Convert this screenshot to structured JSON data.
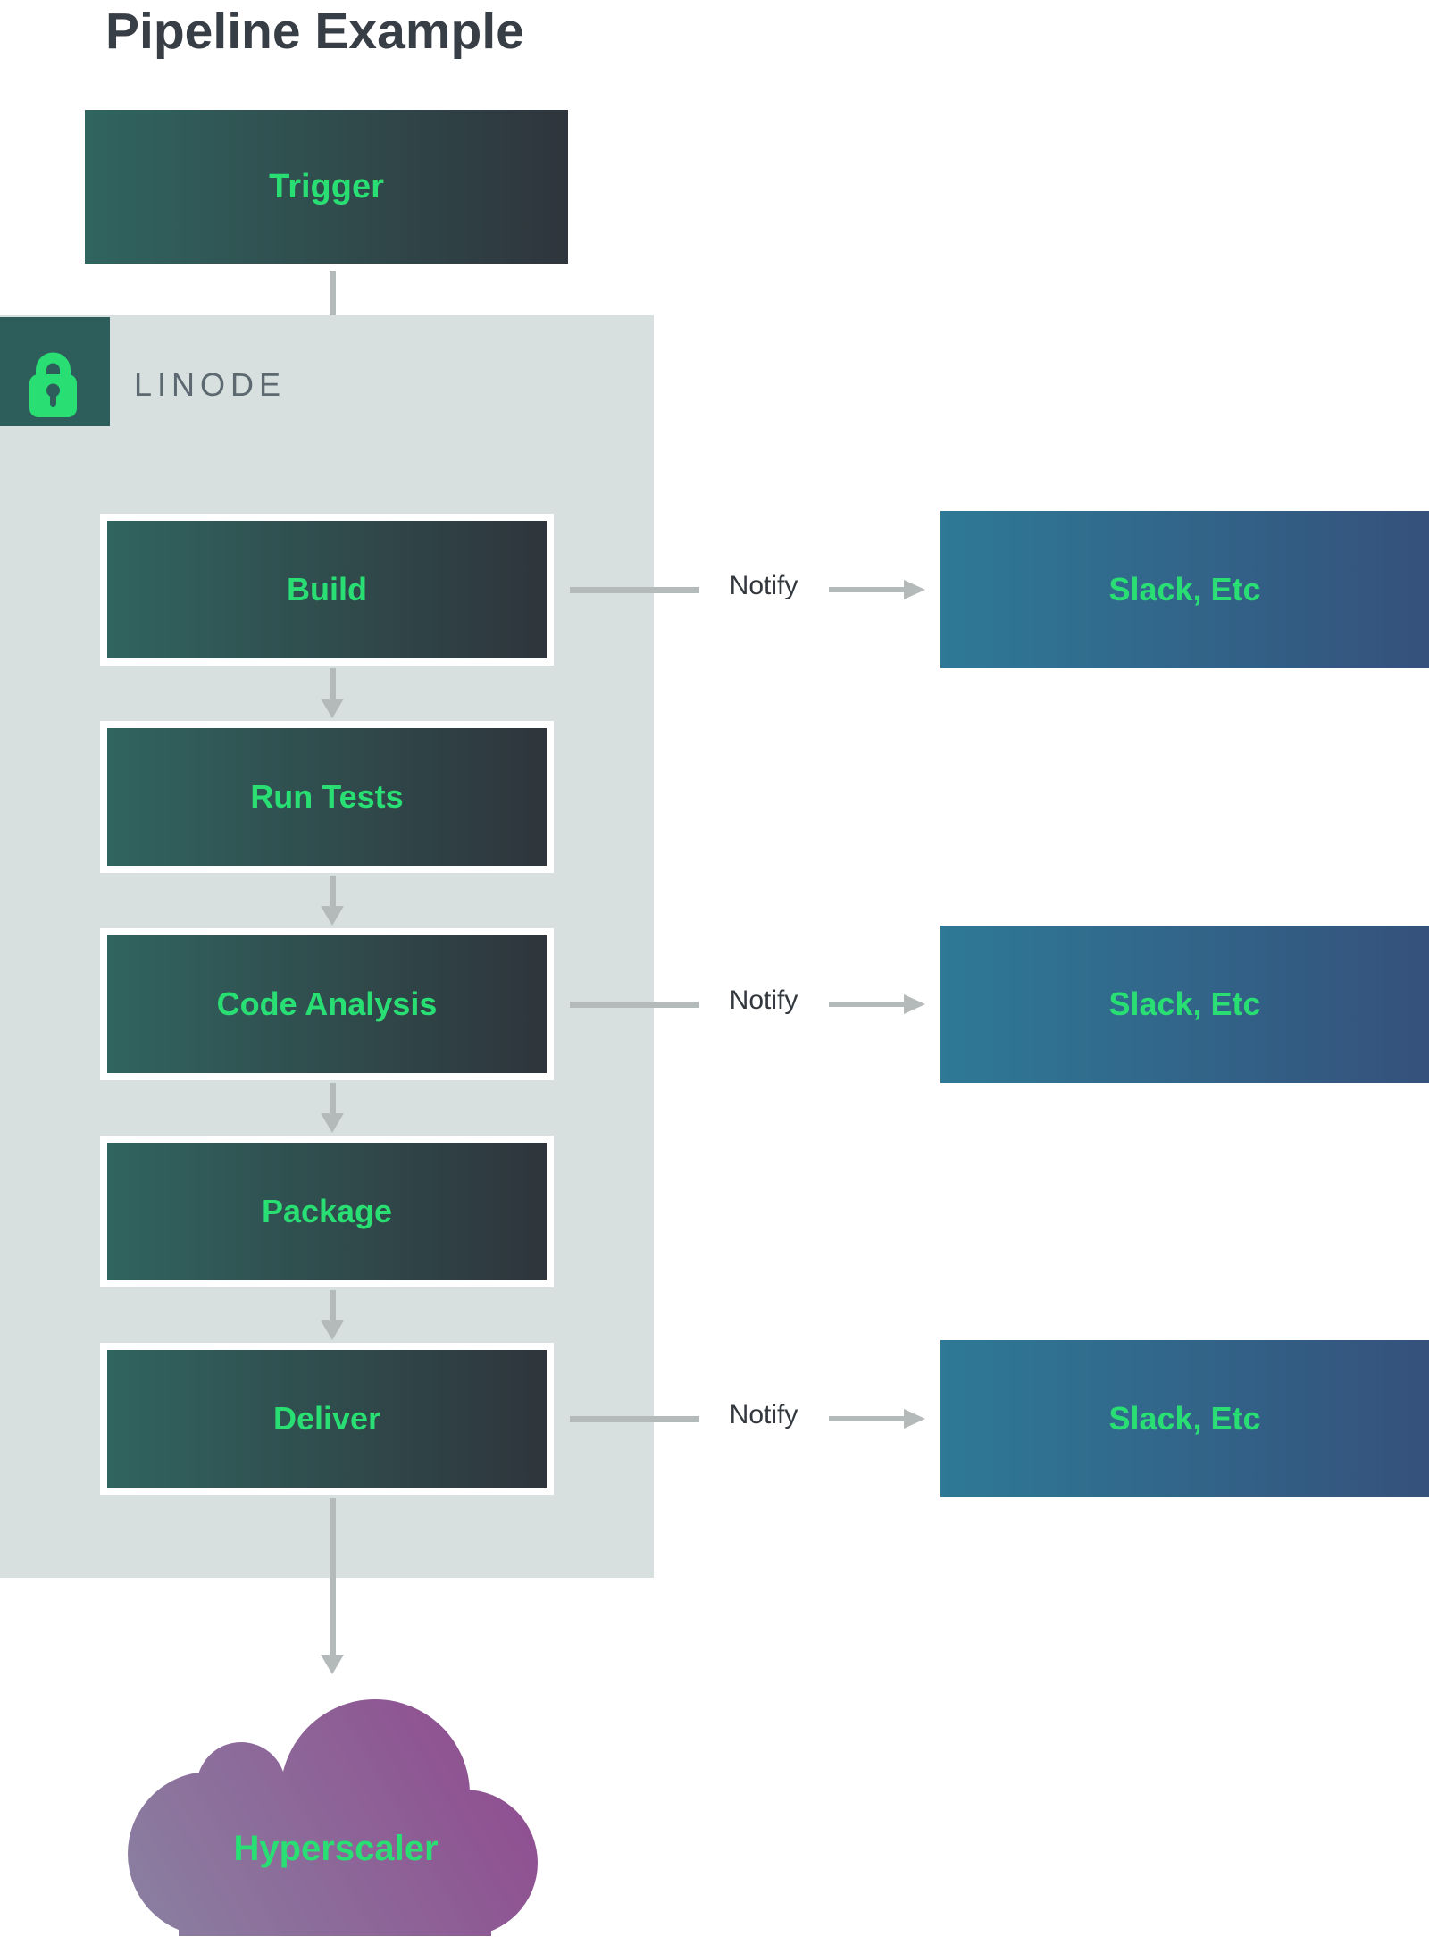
{
  "page": {
    "title": "Pipeline Example"
  },
  "trigger": {
    "label": "Trigger"
  },
  "linode_zone": {
    "label": "LINODE",
    "icon": "lock-icon"
  },
  "stages": [
    {
      "label": "Build"
    },
    {
      "label": "Run Tests"
    },
    {
      "label": "Code Analysis"
    },
    {
      "label": "Package"
    },
    {
      "label": "Deliver"
    }
  ],
  "notify_rows": [
    {
      "label": "Notify",
      "target": "Slack, Etc"
    },
    {
      "label": "Notify",
      "target": "Slack, Etc"
    },
    {
      "label": "Notify",
      "target": "Slack, Etc"
    }
  ],
  "cloud": {
    "label": "Hyperscaler"
  },
  "colors": {
    "accent_green": "#29de73",
    "title_text": "#383e45",
    "stage_gradient_start": "#30645f",
    "stage_gradient_end": "#2f353c",
    "slack_gradient_start": "#2e7996",
    "slack_gradient_end": "#35517c",
    "container_bg": "#d8dfdf",
    "lock_badge_bg": "#2d5e5c",
    "arrow_gray": "#b4baba",
    "linode_text": "#5d6970",
    "notify_text": "#32383e",
    "cloud_gradient_start": "#8a81a1",
    "cloud_gradient_end": "#90498f"
  }
}
